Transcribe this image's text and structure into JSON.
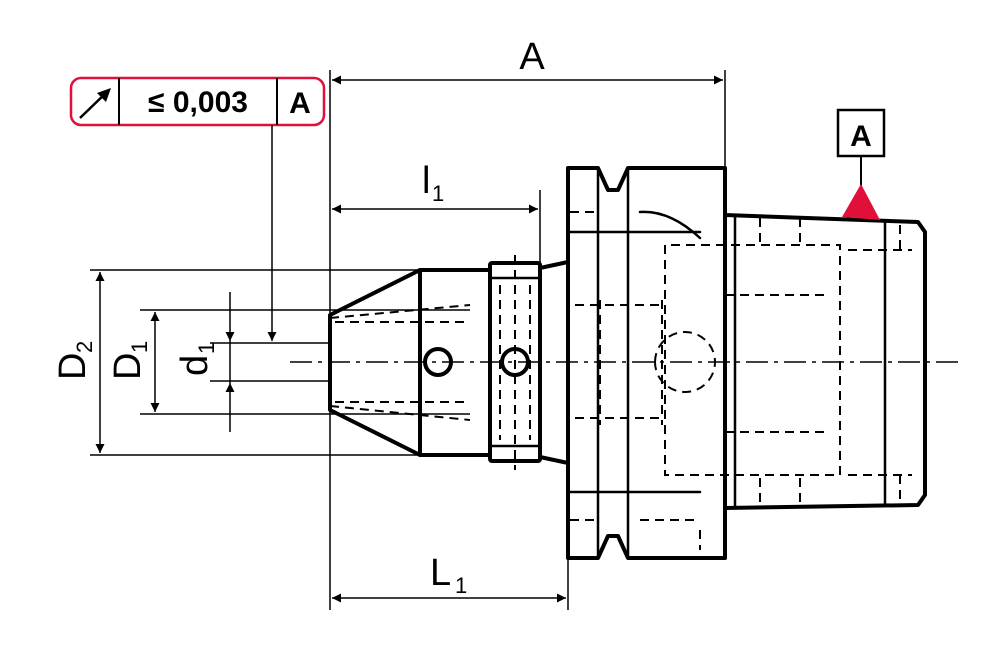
{
  "colors": {
    "accent": "#e0103a",
    "line": "#000000",
    "background": "#ffffff"
  },
  "tolerance_frame": {
    "symbol": "total-runout-arrow-icon",
    "value": "≤ 0,003",
    "datum": "A"
  },
  "datum_marker": {
    "label": "A"
  },
  "dimensions": {
    "overall_length": {
      "label": "A"
    },
    "l1": {
      "main": "l",
      "sub": "1"
    },
    "L1": {
      "main": "L",
      "sub": "1"
    },
    "D2": {
      "main": "D",
      "sub": "2"
    },
    "D1": {
      "main": "D",
      "sub": "1"
    },
    "d1": {
      "main": "d",
      "sub": "1"
    }
  }
}
